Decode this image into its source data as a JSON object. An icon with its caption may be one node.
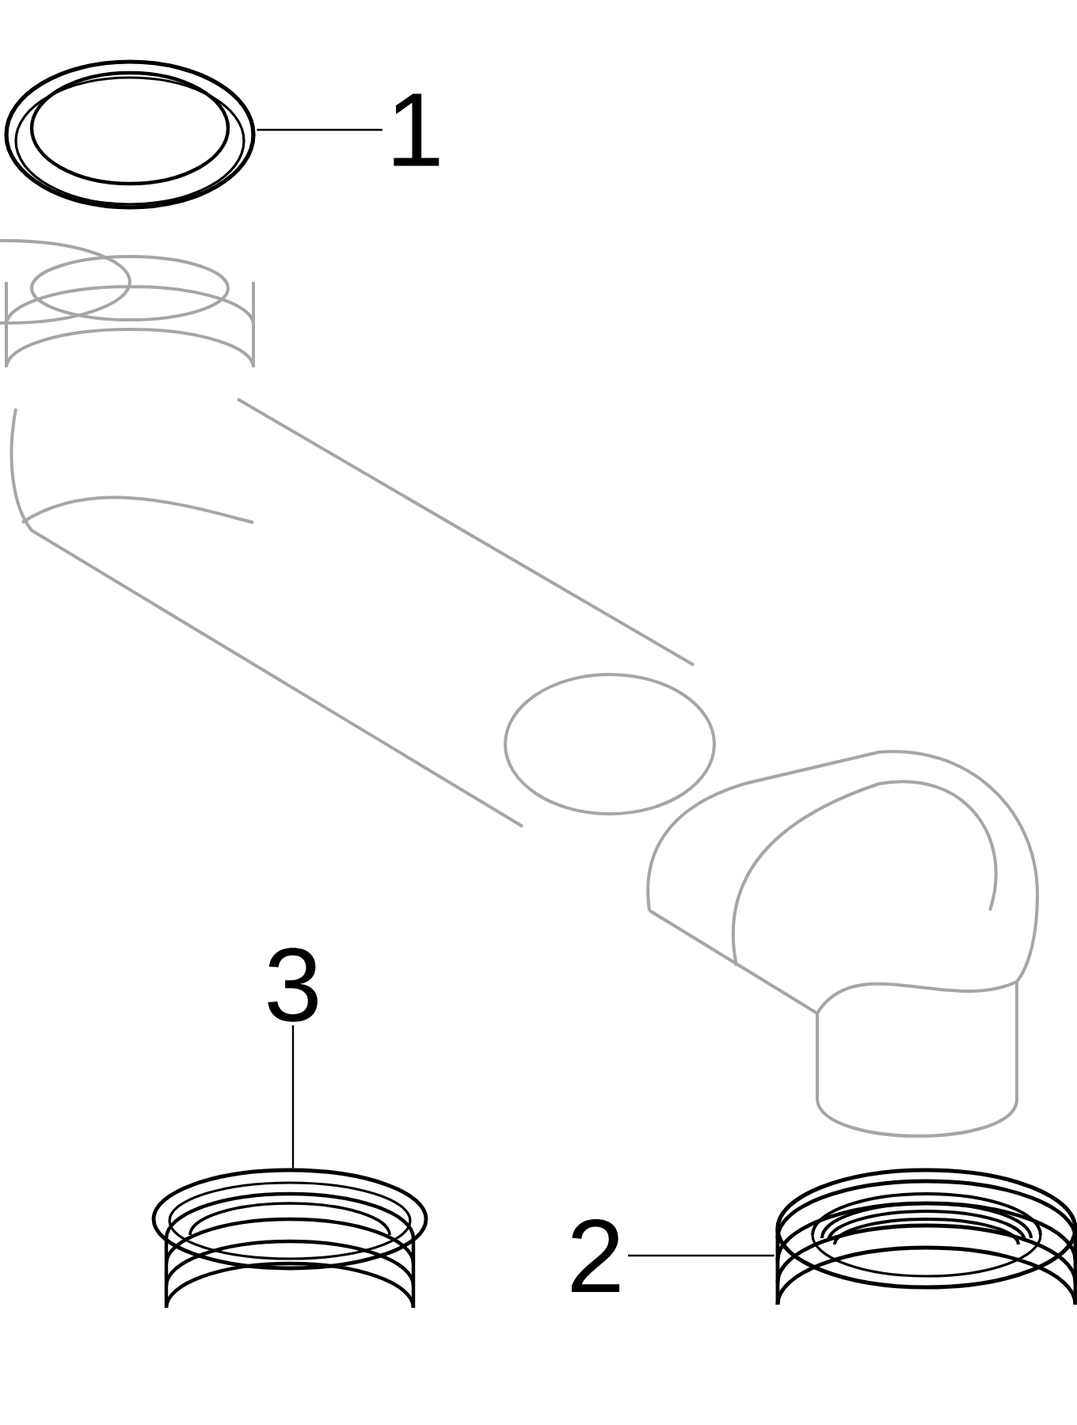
{
  "diagram": {
    "nodes": [
      {
        "text": [
          "1"
        ]
      },
      {
        "text": [],
        "shape": "picture"
      },
      {
        "text": [
          "3"
        ]
      },
      {
        "text": [],
        "shape": "picture"
      },
      {
        "text": [
          "2"
        ]
      },
      {
        "text": [],
        "shape": "picture"
      }
    ],
    "edges": [
      {
        "from": 0,
        "to": 1,
        "arrow": "none"
      },
      {
        "from": 2,
        "to": 3,
        "arrow": "none"
      },
      {
        "from": 4,
        "to": 5,
        "arrow": "none"
      }
    ]
  }
}
